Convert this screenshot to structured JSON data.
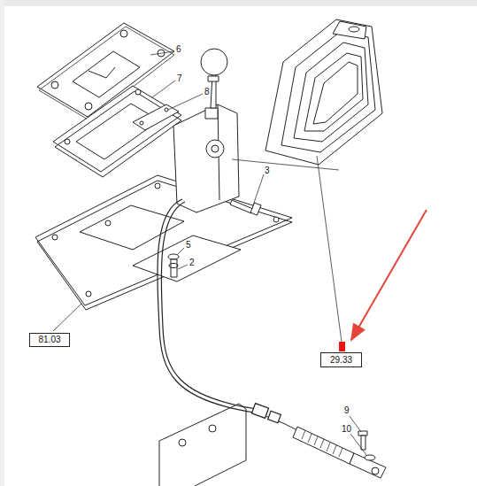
{
  "diagram": {
    "nodes": [
      {
        "text": [
          "81.03"
        ]
      },
      {
        "text": [
          "29.33"
        ]
      }
    ],
    "labels": [
      "6",
      "7",
      "8",
      "3",
      "5",
      "2",
      "9",
      "10"
    ]
  }
}
